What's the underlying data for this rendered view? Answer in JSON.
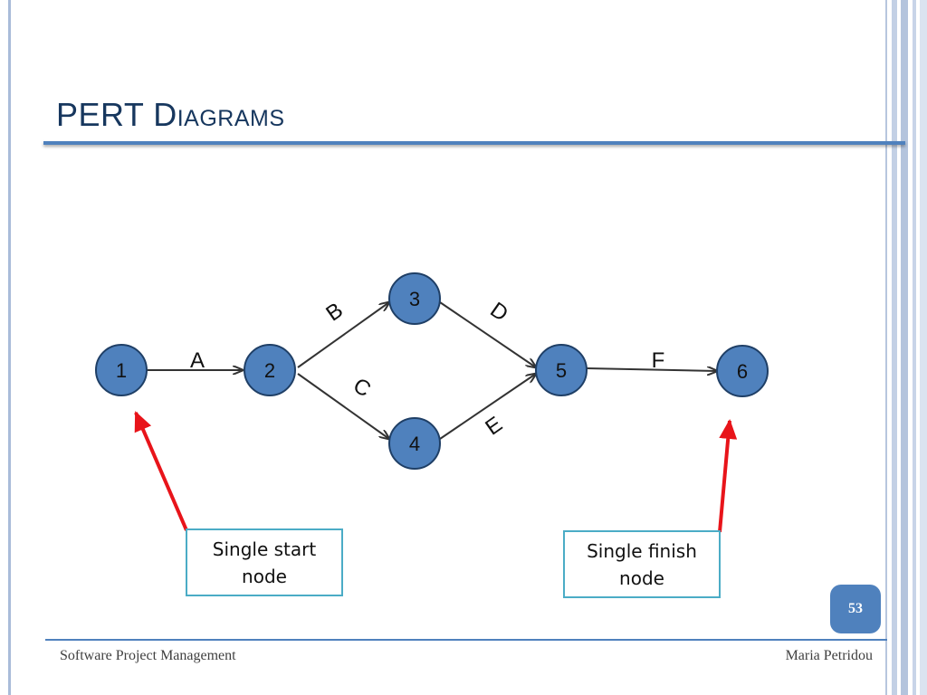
{
  "slide": {
    "title": "PERT Diagrams",
    "footer_left": "Software Project Management",
    "footer_right": "Maria Petridou",
    "slide_number": "53"
  },
  "diagram": {
    "nodes": [
      {
        "id": "1",
        "label": "1"
      },
      {
        "id": "2",
        "label": "2"
      },
      {
        "id": "3",
        "label": "3"
      },
      {
        "id": "4",
        "label": "4"
      },
      {
        "id": "5",
        "label": "5"
      },
      {
        "id": "6",
        "label": "6"
      }
    ],
    "edges": [
      {
        "from": "1",
        "to": "2",
        "label": "A"
      },
      {
        "from": "2",
        "to": "3",
        "label": "B"
      },
      {
        "from": "2",
        "to": "4",
        "label": "C"
      },
      {
        "from": "3",
        "to": "5",
        "label": "D"
      },
      {
        "from": "4",
        "to": "5",
        "label": "E"
      },
      {
        "from": "5",
        "to": "6",
        "label": "F"
      }
    ],
    "callouts": {
      "start": {
        "text": "Single start node",
        "points_to": "1"
      },
      "finish": {
        "text": "Single finish node",
        "points_to": "6"
      }
    },
    "colors": {
      "node_fill": "#4f81bd",
      "pointer_arrow": "#e8141a",
      "callout_border": "#4bacc6"
    }
  }
}
